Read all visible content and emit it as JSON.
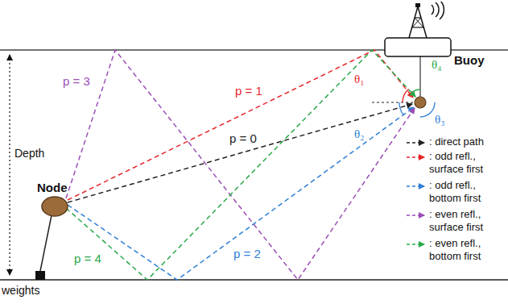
{
  "diagram": {
    "nodes": [
      {
        "text": [
          "Node"
        ]
      },
      {
        "text": [
          "Buoy"
        ]
      }
    ],
    "labels": [
      "Depth",
      "p = 3",
      "p = 1",
      "p = 0",
      "θ₁",
      "θ₄",
      "θ₂",
      "θ₃",
      "p = 4",
      "p = 2",
      "weights"
    ],
    "legend": [
      {
        "text": ": direct path"
      },
      {
        "text": ": odd refl., surface first"
      },
      {
        "text": ": odd refl., bottom first"
      },
      {
        "text": ": even refl., surface first"
      },
      {
        "text": ": even refl., bottom first"
      }
    ]
  }
}
